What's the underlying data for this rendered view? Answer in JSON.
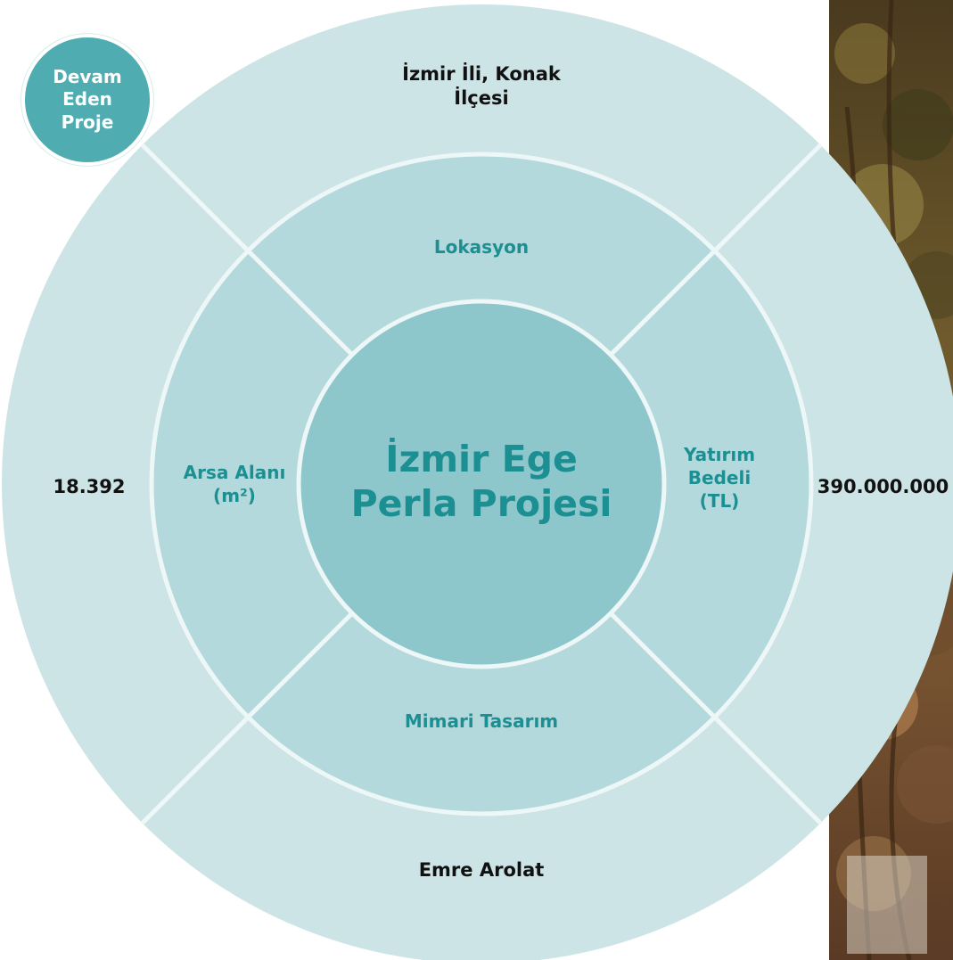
{
  "badge": {
    "label": "Devam Eden Proje"
  },
  "center": {
    "title": "İzmir Ege Perla Projesi"
  },
  "segments": {
    "top": {
      "label": "Lokasyon",
      "value": "İzmir İli, Konak İlçesi"
    },
    "left": {
      "label": "Arsa Alanı (m²)",
      "value": "18.392"
    },
    "right": {
      "label": "Yatırım Bedeli (TL)",
      "value": "390.000.000"
    },
    "bottom": {
      "label": "Mimari Tasarım",
      "value": "Emre Arolat"
    }
  },
  "colors": {
    "outer_ring": "#cde4e6",
    "middle_ring": "#b3d9dc",
    "center": "#8dc7cb",
    "accent_text": "#1c8f93",
    "badge": "#4fadb2",
    "value_text": "#111111"
  },
  "background_image": "trees-photo"
}
